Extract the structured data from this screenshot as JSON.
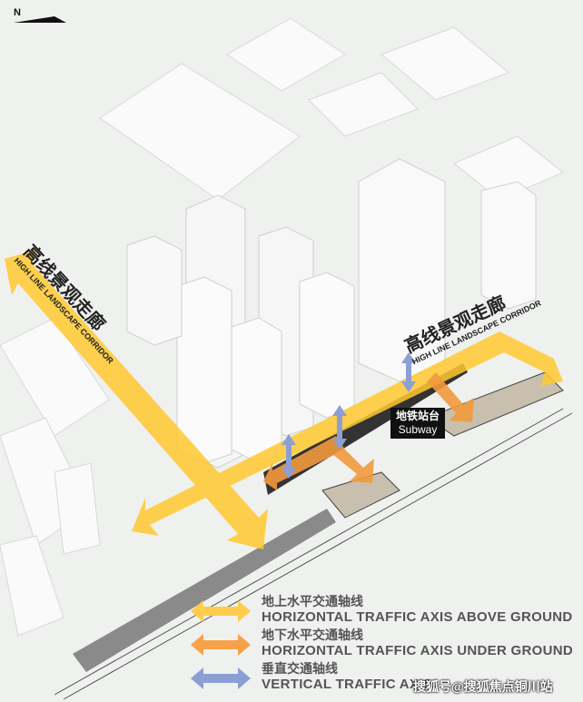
{
  "compass": {
    "label": "N"
  },
  "corridor_left": {
    "cn": "高线景观走廊",
    "en": "HIGH LINE LANDSCAPE CORRIDOR"
  },
  "corridor_right": {
    "cn": "高线景观走廊",
    "en": "HIGH LINE LANDSCAPE CORRIDOR"
  },
  "subway": {
    "cn": "地铁站台",
    "en": "Subway"
  },
  "legend": [
    {
      "cn": "地上水平交通轴线",
      "en": "HORIZONTAL TRAFFIC AXIS ABOVE GROUND",
      "color": "#ffcc4d"
    },
    {
      "cn": "地下水平交通轴线",
      "en": "HORIZONTAL TRAFFIC AXIS UNDER GROUND",
      "color": "#f7a24a"
    },
    {
      "cn": "垂直交通轴线",
      "en": "VERTICAL TRAFFIC AXIS",
      "color": "#8b9fd4"
    }
  ],
  "watermark": "搜狐号@搜狐焦点铜川站"
}
